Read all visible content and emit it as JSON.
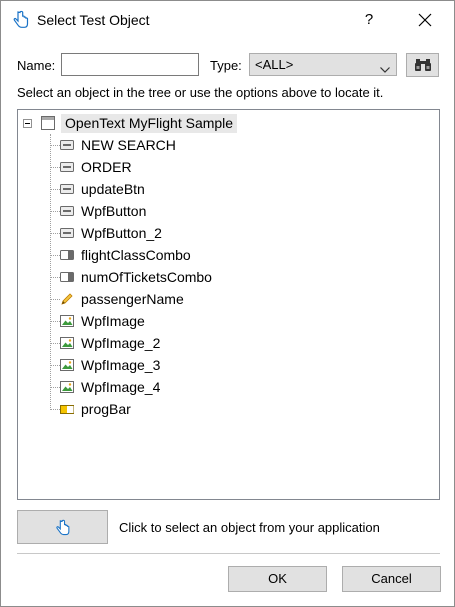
{
  "window": {
    "title": "Select Test Object",
    "help_label": "?"
  },
  "form": {
    "name_label": "Name:",
    "name_value": "",
    "type_label": "Type:",
    "type_value": "<ALL>",
    "instruction": "Select an object in the tree or use the options above to locate it."
  },
  "tree": {
    "root": {
      "label": "OpenText MyFlight Sample",
      "icon": "window-icon",
      "expanded": true
    },
    "items": [
      {
        "label": "NEW SEARCH",
        "icon": "button-icon"
      },
      {
        "label": "ORDER",
        "icon": "button-icon"
      },
      {
        "label": "updateBtn",
        "icon": "button-icon"
      },
      {
        "label": "WpfButton",
        "icon": "button-icon"
      },
      {
        "label": "WpfButton_2",
        "icon": "button-icon"
      },
      {
        "label": "flightClassCombo",
        "icon": "combobox-icon"
      },
      {
        "label": "numOfTicketsCombo",
        "icon": "combobox-icon"
      },
      {
        "label": "passengerName",
        "icon": "pencil-icon"
      },
      {
        "label": "WpfImage",
        "icon": "image-icon"
      },
      {
        "label": "WpfImage_2",
        "icon": "image-icon"
      },
      {
        "label": "WpfImage_3",
        "icon": "image-icon"
      },
      {
        "label": "WpfImage_4",
        "icon": "image-icon"
      },
      {
        "label": "progBar",
        "icon": "progressbar-icon"
      }
    ]
  },
  "picker": {
    "hint": "Click to select an object from your application"
  },
  "buttons": {
    "ok": "OK",
    "cancel": "Cancel"
  },
  "colors": {
    "accent": "#1a73c7",
    "selection_bg": "#e8e8e8",
    "button_bg": "#e1e1e1",
    "pencil": "#e8a21a",
    "progressbar": "#f5c400"
  }
}
